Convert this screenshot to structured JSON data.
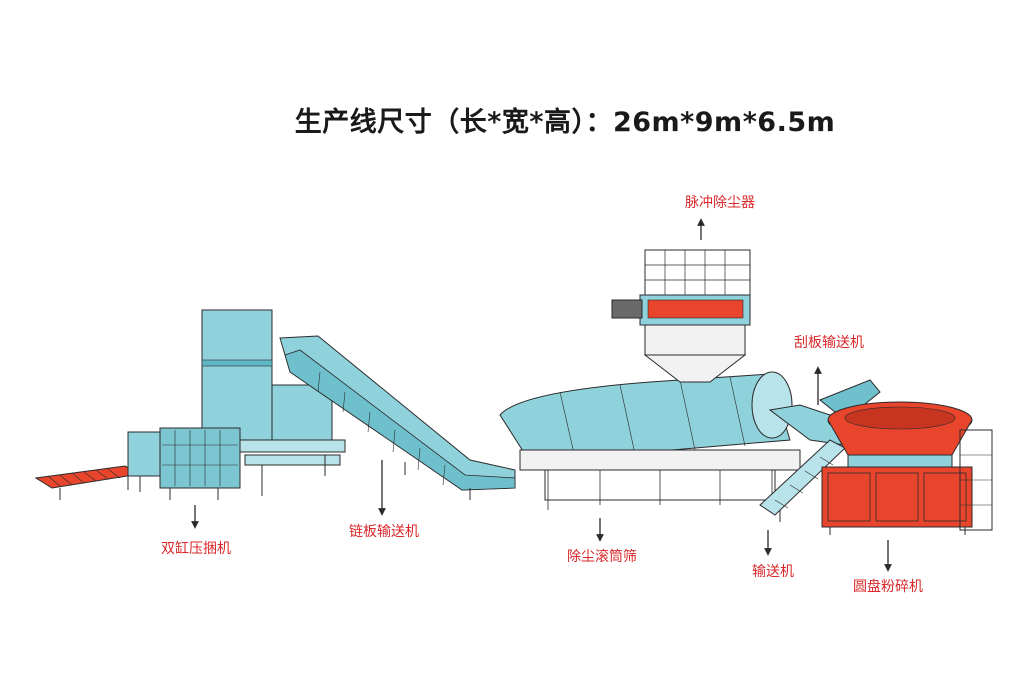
{
  "title": "生产线尺寸（长*宽*高）：26m*9m*6.5m",
  "colors": {
    "label": "#d8282b",
    "machine_fill": "#8fd2dc",
    "machine_dark": "#5fb8c6",
    "outline": "#2b2b2b",
    "crusher_red": "#e8452c",
    "frame_white": "#f2f2f2"
  },
  "labels": {
    "pulse_dust_collector": "脉冲除尘器",
    "scraper_conveyor": "刮板输送机",
    "double_cylinder_baler": "双缸压捆机",
    "chain_plate_conveyor": "链板输送机",
    "dust_drum_screen": "除尘滚筒筛",
    "conveyor": "输送机",
    "disc_crusher": "圆盘粉碎机"
  }
}
